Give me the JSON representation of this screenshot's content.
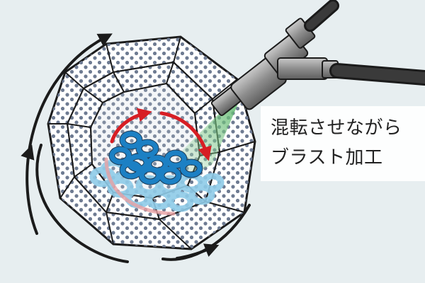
{
  "caption": {
    "line1": "混転させながら",
    "line2": "ブラスト加工"
  },
  "colors": {
    "background": "#e7eef0",
    "drum_fill": "#ffffff",
    "drum_dots": "#6e7b92",
    "outline": "#1b1b1b",
    "parts_blue": "#2a8fd0",
    "parts_light_blue": "#8fcbe8",
    "rotation_arrow_red": "#d71e24",
    "blast_spray_green": "#6fbf7a",
    "nozzle_gray": "#8f8f8f"
  },
  "icons": [
    "rotation-arrow",
    "blast-nozzle",
    "air-hose",
    "o-ring-parts"
  ]
}
